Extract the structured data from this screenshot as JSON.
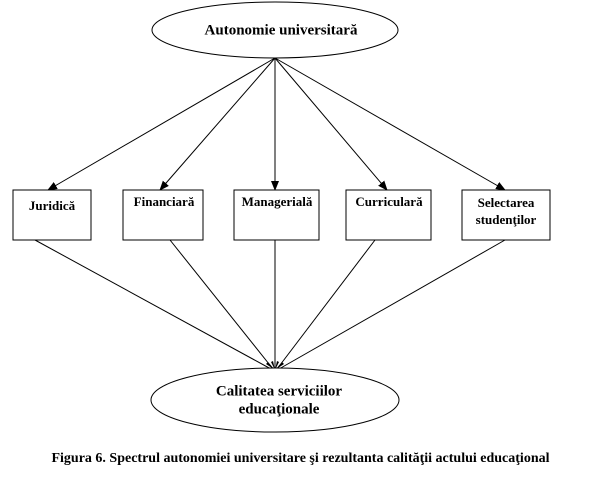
{
  "diagram": {
    "top_node": "Autonomie universitară",
    "middle_nodes": [
      {
        "lines": [
          "Juridică"
        ]
      },
      {
        "lines": [
          "Financiară"
        ]
      },
      {
        "lines": [
          "Managerială"
        ]
      },
      {
        "lines": [
          "Curriculară"
        ]
      },
      {
        "lines": [
          "Selectarea",
          "studenţilor"
        ]
      }
    ],
    "bottom_node": {
      "lines": [
        "Calitatea serviciilor",
        "educaţionale"
      ]
    },
    "caption": "Figura 6. Spectrul autonomiei universitare şi rezultanta calităţii actului educaţional"
  }
}
